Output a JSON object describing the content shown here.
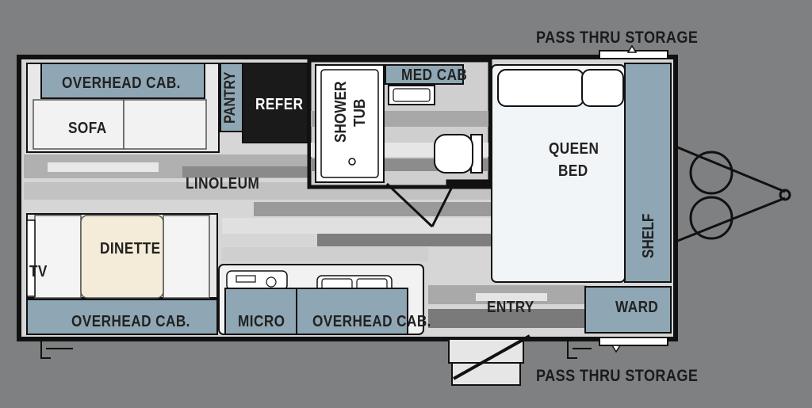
{
  "colors": {
    "background": "#7f8082",
    "cabinet": "#8fa7b4",
    "wall": "#111111",
    "floor_light": "#d9d9d9",
    "floor_dark": "#6f6f6f",
    "bed": "#f2f5f7",
    "dinette_seat": "#f4ecd8"
  },
  "labels": {
    "pass_thru_top": "PASS THRU STORAGE",
    "pass_thru_bottom": "PASS THRU STORAGE",
    "overhead_cab_top": "OVERHEAD CAB.",
    "sofa": "SOFA",
    "pantry": "PANTRY",
    "refer": "REFER",
    "shower_tub": [
      "SHOWER",
      "TUB"
    ],
    "med_cab": "MED CAB",
    "queen_bed": [
      "QUEEN",
      "BED"
    ],
    "shelf": "SHELF",
    "linoleum": "LINOLEUM",
    "dinette": "DINETTE",
    "tv": "TV",
    "overhead_cab_bottom_left": "OVERHEAD CAB.",
    "micro": "MICRO",
    "overhead_cab_bottom_center": "OVERHEAD CAB.",
    "entry": "ENTRY",
    "ward": "WARD"
  }
}
